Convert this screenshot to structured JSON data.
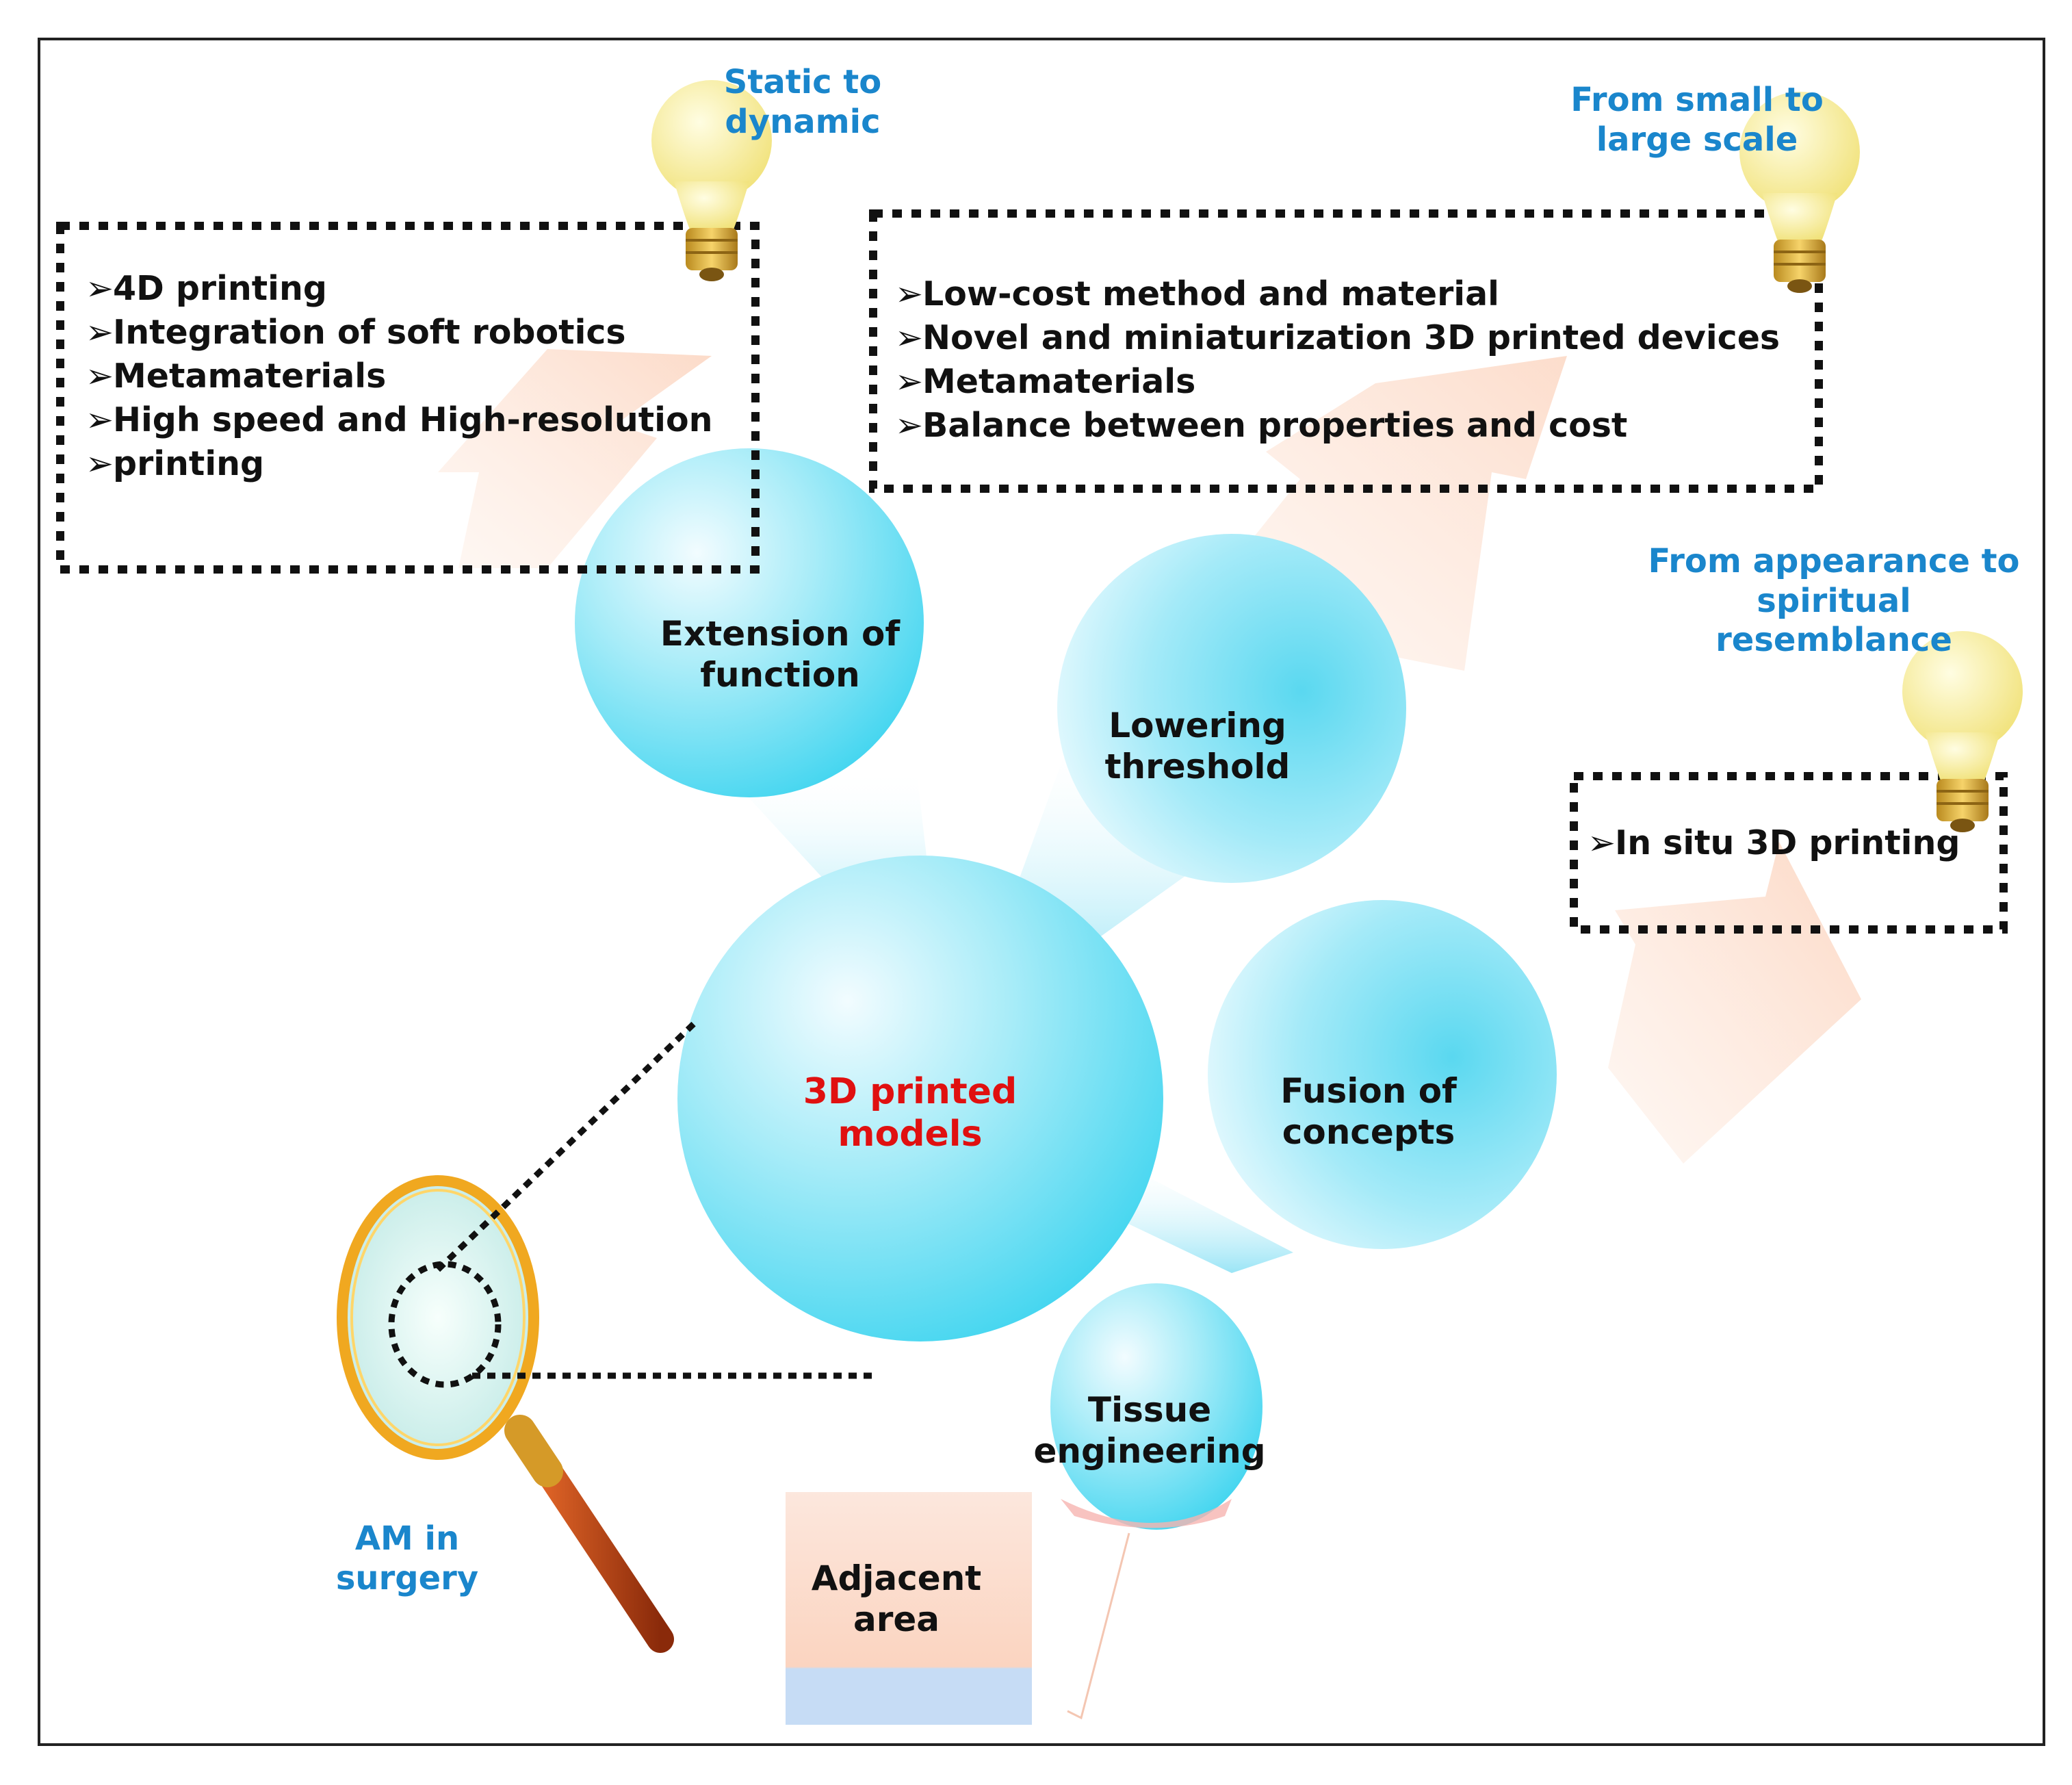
{
  "themes": {
    "static_to_dynamic": "Static to dynamic",
    "small_to_large": "From small to large scale",
    "appearance_to_spiritual": "From appearance to spiritual resemblance",
    "am_in_surgery": "AM in surgery"
  },
  "lists": {
    "left": {
      "marker": "➢",
      "items": [
        "4D printing",
        "Integration of soft robotics",
        "Metamaterials",
        "High speed and High-resolution",
        "printing"
      ]
    },
    "top": {
      "marker": "➢",
      "items": [
        "Low-cost method and material",
        "Novel and miniaturization 3D printed devices",
        "Metamaterials",
        "Balance between properties and cost"
      ]
    },
    "right": {
      "marker": "➢",
      "items": [
        "In situ 3D printing"
      ]
    }
  },
  "bubbles": {
    "center": "3D printed models",
    "extension": "Extension of function",
    "lowering": "Lowering threshold",
    "fusion": "Fusion of concepts",
    "tissue": "Tissue engineering",
    "adjacent": "Adjacent area"
  },
  "colors": {
    "theme_text": "#1a86cc",
    "center_text": "#e01010",
    "bubble": "#5ad8f0",
    "arrow": "#fbd3bd",
    "bulb": "#f7ec9a",
    "lens_rim": "#f0a820",
    "handle": "#c8501a"
  },
  "icons": [
    "lightbulb-icon",
    "magnifier-icon"
  ]
}
